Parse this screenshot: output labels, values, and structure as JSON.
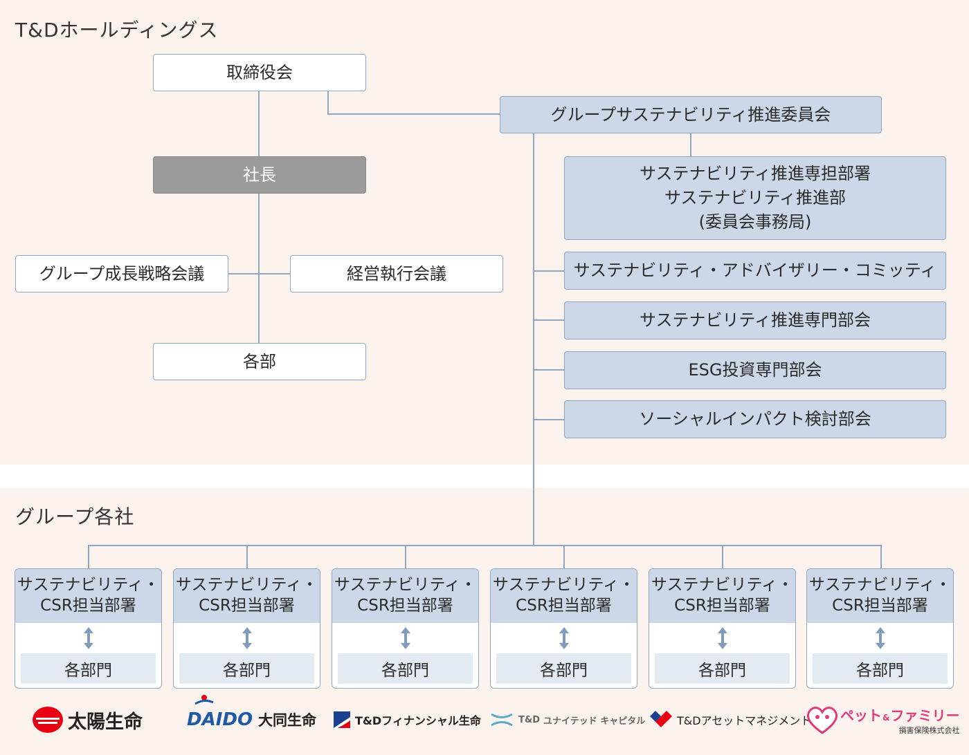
{
  "holdings": {
    "title": "T&Dホールディングス",
    "board": "取締役会",
    "president": "社長",
    "growth_strategy": "グループ成長戦略会議",
    "management_exec": "経営執行会議",
    "departments": "各部",
    "committee": "グループサステナビリティ推進委員会",
    "sust_office": {
      "line1": "サステナビリティ推進専担部署",
      "line2": "サステナビリティ推進部",
      "line3": "(委員会事務局)"
    },
    "advisory": "サステナビリティ・アドバイザリー・コミッティ",
    "sust_subcommittee": "サステナビリティ推進専門部会",
    "esg_subcommittee": "ESG投資専門部会",
    "social_impact": "ソーシャルインパクト検討部会"
  },
  "group": {
    "title": "グループ各社",
    "cards": [
      {
        "top1": "サステナビリティ・",
        "top2": "CSR担当部署",
        "bottom": "各部門"
      },
      {
        "top1": "サステナビリティ・",
        "top2": "CSR担当部署",
        "bottom": "各部門"
      },
      {
        "top1": "サステナビリティ・",
        "top2": "CSR担当部署",
        "bottom": "各部門"
      },
      {
        "top1": "サステナビリティ・",
        "top2": "CSR担当部署",
        "bottom": "各部門"
      },
      {
        "top1": "サステナビリティ・",
        "top2": "CSR担当部署",
        "bottom": "各部門"
      },
      {
        "top1": "サステナビリティ・",
        "top2": "CSR担当部署",
        "bottom": "各部門"
      }
    ]
  },
  "logos": {
    "taiyo": {
      "name": "太陽生命",
      "icon": "taiyo-sun-icon"
    },
    "daido": {
      "mark": "DAIDO",
      "name": "大同生命",
      "icon": "daido-figure-icon"
    },
    "financial": {
      "name": "T&Dフィナンシャル生命",
      "icon": "financial-flag-icon"
    },
    "united": {
      "prefix": "T&D",
      "name": "ユナイテッド キャピタル",
      "icon": "united-wave-icon"
    },
    "asset": {
      "name": "T&Dアセットマネジメント",
      "icon": "asset-diamond-icon"
    },
    "pet": {
      "name1": "ペット",
      "amp": "&",
      "name2": "ファミリー",
      "sub": "損害保険株式会社",
      "icon": "pet-heart-icon"
    }
  },
  "colors": {
    "section_bg": "#fdf3ee",
    "box_blue": "#ccd8e7",
    "line": "#8fa6bf",
    "president_gray": "#9b9b9b",
    "taiyo_red": "#e60012",
    "daido_blue": "#1e5aa8"
  }
}
